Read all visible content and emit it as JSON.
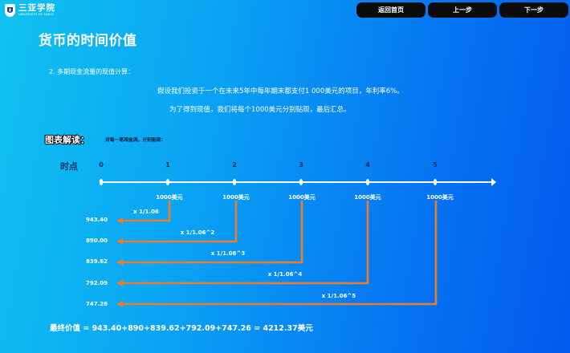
{
  "header": {
    "logo_text": "三亚学院",
    "logo_subtext": "UNIVERSITY OF SANYA",
    "buttons": {
      "home": "返回首页",
      "prev": "上一步",
      "next": "下一步"
    }
  },
  "page": {
    "title": "货币的时间价值",
    "subtitle": "2. 多期现金流量的现值计算：",
    "paragraph1": "假设我们投资于一个在未来5年中每年期末都支付1 000美元的项目，年利率6%。",
    "paragraph2": "为了得到现值，我们将每个1000美元分别贴现，最后汇总。",
    "diagram_label": "图表解读：",
    "diagram_note": "对每一笔现金流，分别贴现：",
    "timeline_label": "时点",
    "ticks": [
      "0",
      "1",
      "2",
      "3",
      "4",
      "5"
    ],
    "cashflows": [
      "1000美元",
      "1000美元",
      "1000美元",
      "1000美元",
      "1000美元"
    ],
    "factors": [
      "x 1/1.06",
      "x 1/1.06^2",
      "x 1/1.06^3",
      "x 1/1.06^4",
      "x 1/1.06^5"
    ],
    "present_values": [
      "943.40",
      "890.00",
      "839.62",
      "792.09",
      "747.26"
    ],
    "final": "最终价值 = 943.40+890+839.62+792.09+747.26 = 4212.37美元",
    "colors": {
      "arrow": "#f07a2c",
      "timeline": "#ffffff",
      "dark_text": "#12305e"
    }
  }
}
